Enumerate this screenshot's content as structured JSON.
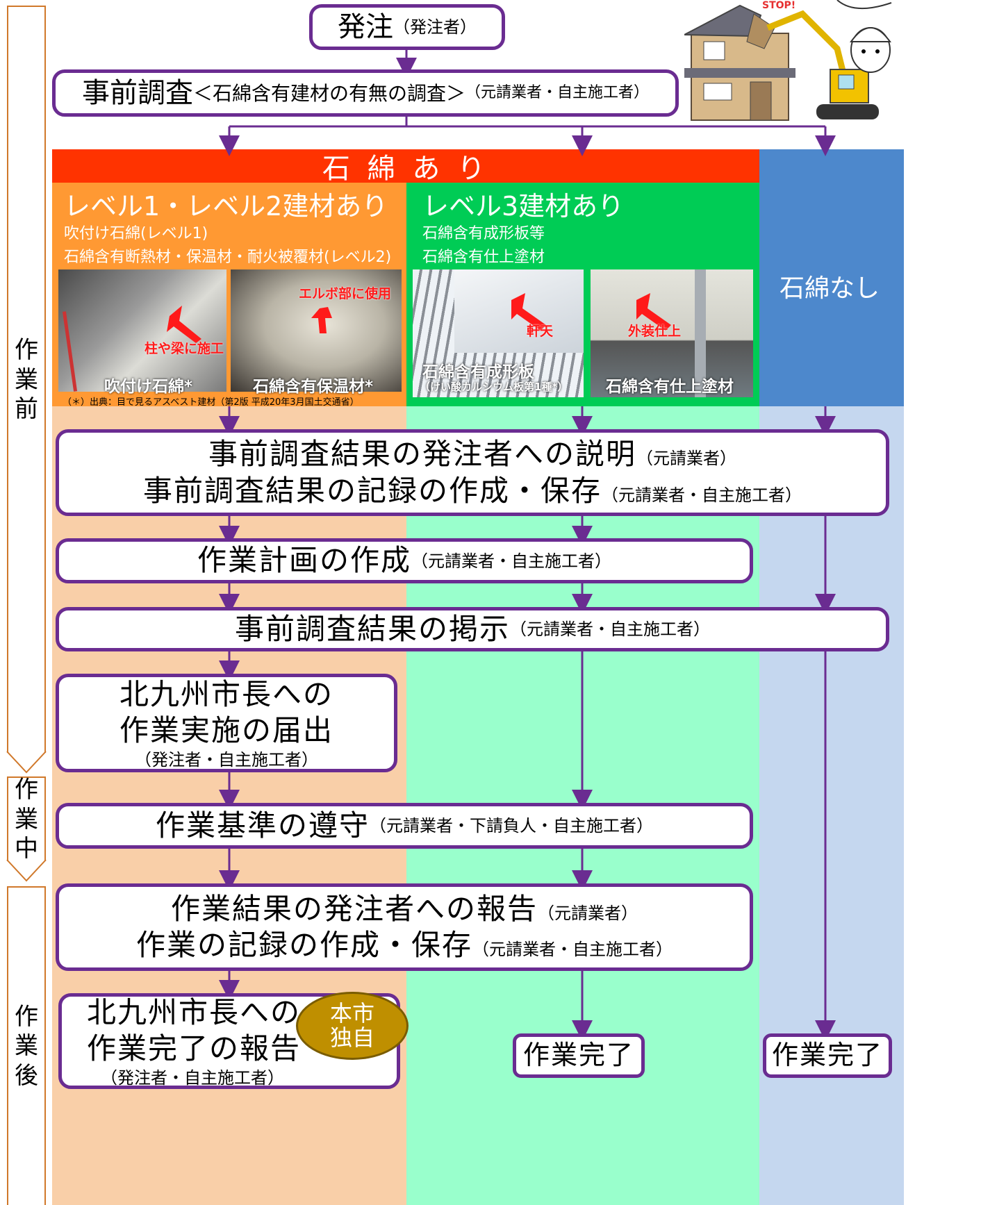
{
  "phases": {
    "before": [
      "作",
      "業",
      "前"
    ],
    "during": [
      "作",
      "業",
      "中"
    ],
    "after": [
      "作",
      "業",
      "後"
    ]
  },
  "boxes": {
    "order": {
      "main": "発注",
      "sub": "（発注者）"
    },
    "survey": {
      "main": "事前調査",
      "mid": "＜石綿含有建材の有無の調査＞",
      "sub": "（元請業者・自主施工者）"
    },
    "explain": {
      "line1": "事前調査結果の発注者への説明",
      "sub1": "（元請業者）",
      "line2": "事前調査結果の記録の作成・保存",
      "sub2": "（元請業者・自主施工者）"
    },
    "plan": {
      "main": "作業計画の作成",
      "sub": "（元請業者・自主施工者）"
    },
    "posting": {
      "main": "事前調査結果の掲示",
      "sub": "（元請業者・自主施工者）"
    },
    "notify": {
      "line1": "北九州市長への",
      "line2": "作業実施の届出",
      "sub": "（発注者・自主施工者）"
    },
    "standard": {
      "main": "作業基準の遵守",
      "sub": "（元請業者・下請負人・自主施工者）"
    },
    "report": {
      "line1": "作業結果の発注者への報告",
      "sub1": "（元請業者）",
      "line2": "作業の記録の作成・保存",
      "sub2": "（元請業者・自主施工者）"
    },
    "final_report": {
      "line1": "北九州市長への",
      "line2": "作業完了の報告",
      "sub": "（発注者・自主施工者）"
    },
    "done_l3": "作業完了",
    "done_none": "作業完了"
  },
  "badge": {
    "line1": "本市",
    "line2": "独自"
  },
  "categories": {
    "asbestos_yes": "石 綿 あ り",
    "level12": {
      "title": "レベル1・レベル2建材あり",
      "desc1": "吹付け石綿(レベル1)",
      "desc2": "石綿含有断熱材・保温材・耐火被覆材(レベル2)"
    },
    "level3": {
      "title": "レベル3建材あり",
      "desc1": "石綿含有成形板等",
      "desc2": "石綿含有仕上塗材"
    },
    "none": "石綿なし"
  },
  "photos": {
    "p1": {
      "caption": "吹付け石綿*",
      "note": "柱や梁に施工"
    },
    "p2": {
      "caption": "石綿含有保温材*",
      "note": "エルボ部に使用"
    },
    "p3": {
      "caption": "石綿含有成形板",
      "caption2": "（けい酸カルシウム板第1種*）",
      "note": "軒天"
    },
    "p4": {
      "caption": "石綿含有仕上塗材",
      "note": "外装仕上"
    }
  },
  "source_note": "（＊）出典：目で見るアスベスト建材（第2版 平成20年3月国土交通省）",
  "illustration": {
    "stop": "STOP!"
  },
  "colors": {
    "purple": "#6a2c91",
    "red_band": "#ff3300",
    "orange": "#ff9933",
    "green": "#00cc55",
    "blue": "#4d88cc",
    "col_orange_light": "#f9cfa8",
    "col_green_light": "#99ffcc",
    "col_blue_light": "#c5d7ef",
    "badge": "#bf8f00"
  }
}
